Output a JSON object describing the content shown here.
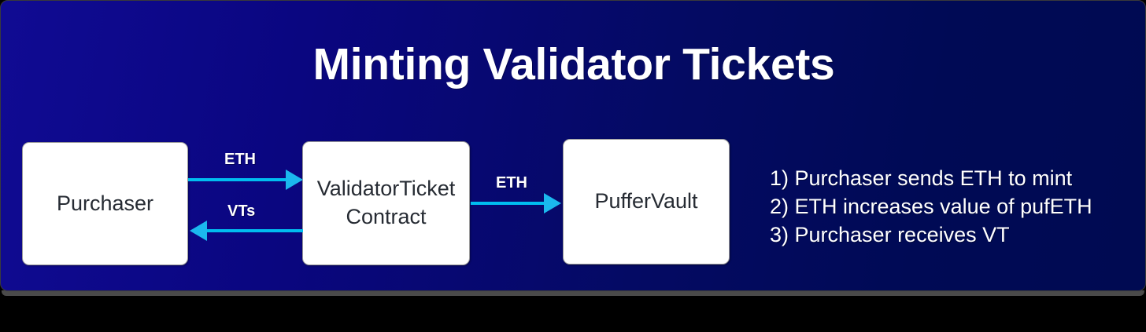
{
  "slide": {
    "title": "Minting Validator Tickets",
    "background_left_color": "#100b93",
    "background_right_color": "#000a52",
    "accent_color": "#00bdf0",
    "box_fill_color": "#ffffff",
    "box_text_color": "#262b33",
    "title_color": "#ffffff"
  },
  "nodes": [
    {
      "id": "purchaser",
      "label": "Purchaser"
    },
    {
      "id": "validatorticket-contract",
      "label_line1": "ValidatorTicket",
      "label_line2": "Contract"
    },
    {
      "id": "puffervault",
      "label": "PufferVault"
    }
  ],
  "arrows": [
    {
      "id": "purchaser-to-contract",
      "label": "ETH",
      "direction": "right"
    },
    {
      "id": "contract-to-purchaser",
      "label": "VTs",
      "direction": "left"
    },
    {
      "id": "contract-to-vault",
      "label": "ETH",
      "direction": "right"
    }
  ],
  "legend": {
    "steps": [
      "1) Purchaser sends ETH to mint",
      "2) ETH increases value of pufETH",
      "3) Purchaser receives VT"
    ]
  }
}
